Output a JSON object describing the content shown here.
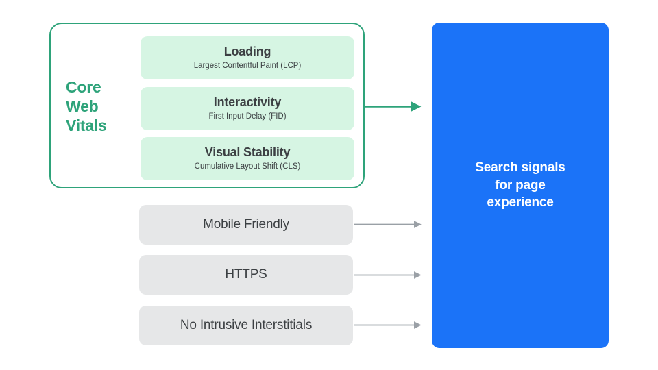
{
  "diagram": {
    "title": "Search signals for page experience",
    "colors": {
      "green_accent": "#2ea37a",
      "green_card": "#d6f5e3",
      "gray_box": "#e6e7e8",
      "blue_box": "#1b73f8",
      "arrow_gray": "#9aa0a6",
      "text_dark": "#3c4043",
      "text_white": "#ffffff",
      "background": "#ffffff"
    }
  },
  "core_web_vitals": {
    "label": "Core\nWeb\nVitals",
    "metrics": [
      {
        "title": "Loading",
        "subtitle": "Largest Contentful Paint (LCP)"
      },
      {
        "title": "Interactivity",
        "subtitle": "First Input Delay (FID)"
      },
      {
        "title": "Visual Stability",
        "subtitle": "Cumulative Layout Shift (CLS)"
      }
    ]
  },
  "other_signals": [
    {
      "label": "Mobile Friendly"
    },
    {
      "label": "HTTPS"
    },
    {
      "label": "No Intrusive Interstitials"
    }
  ],
  "destination": {
    "text": "Search signals\nfor page\nexperience"
  }
}
